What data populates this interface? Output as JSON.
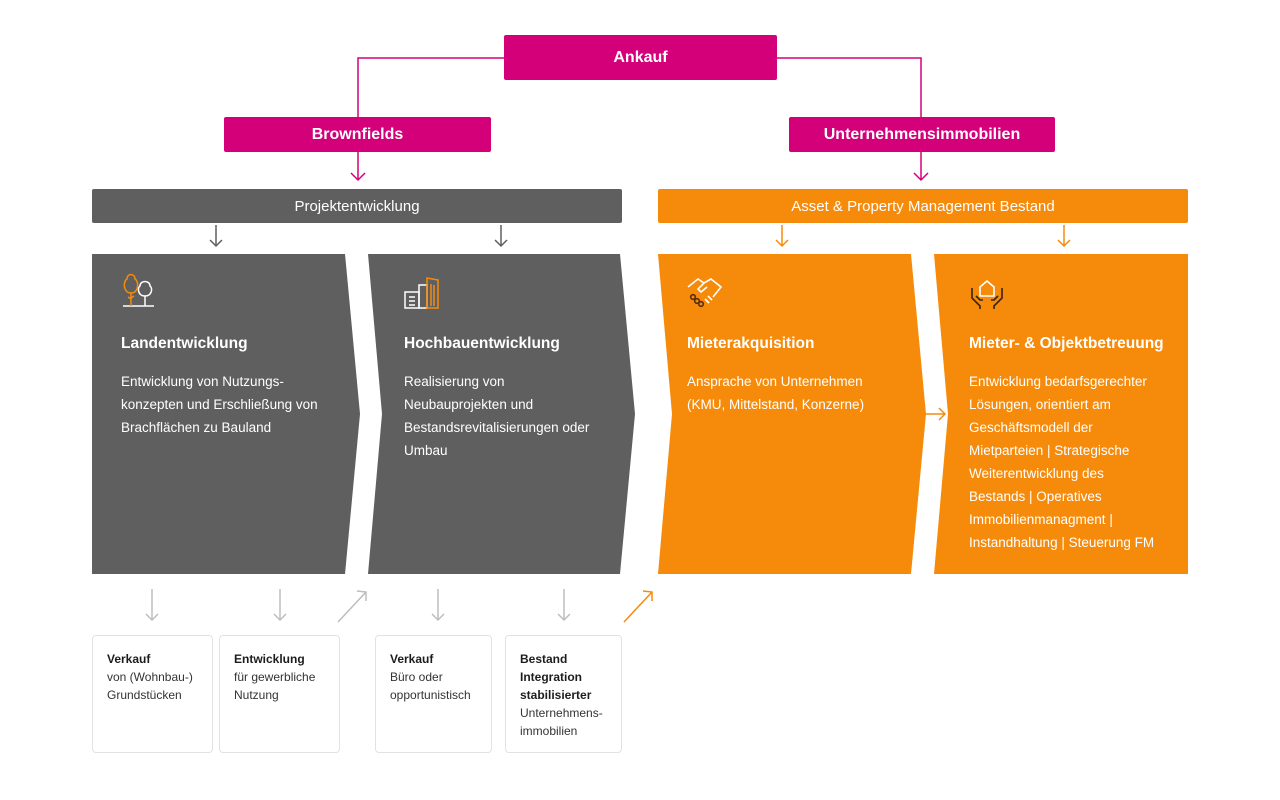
{
  "top": {
    "label": "Ankauf"
  },
  "branches": {
    "left": "Brownfields",
    "right": "Unternehmensimmobilien"
  },
  "bars": {
    "left": "Projektentwicklung",
    "right": "Asset & Property Management Bestand"
  },
  "cards": [
    {
      "icon": "landscape-trees-icon",
      "title": "Landentwicklung",
      "desc": [
        "Entwicklung von Nutzungs-",
        "konzepten und Erschließung von",
        "Brachflächen zu Bauland"
      ]
    },
    {
      "icon": "buildings-icon",
      "title": "Hochbauentwicklung",
      "desc": [
        "Realisierung von",
        "Neubauprojekten und",
        "Bestandsrevitalisierungen oder",
        "Umbau"
      ]
    },
    {
      "icon": "handshake-icon",
      "title": "Mieterakquisition",
      "desc": [
        "Ansprache von Unternehmen",
        "(KMU, Mittelstand, Konzerne)"
      ]
    },
    {
      "icon": "hands-house-icon",
      "title": "Mieter- & Objektbetreuung",
      "desc": [
        "Entwicklung bedarfsgerechter",
        "Lösungen, orientiert am",
        "Geschäftsmodell der",
        "Mietparteien | Strategische",
        "Weiterentwicklung des",
        "Bestands | Operatives",
        "Immobilienmanagment |",
        "Instandhaltung | Steuerung FM"
      ]
    }
  ],
  "outcomes": [
    {
      "title": "Verkauf",
      "lines": [
        "von (Wohnbau-)",
        "Grundstücken"
      ]
    },
    {
      "title": "Entwicklung",
      "lines": [
        "für gewerbliche",
        "Nutzung"
      ]
    },
    {
      "title": "Verkauf",
      "lines": [
        "Büro oder",
        "opportunistisch"
      ]
    },
    {
      "title": "Bestand",
      "lines": [
        "Integration",
        "stabilisierter",
        "Unternehmens-",
        "immobilien"
      ]
    }
  ],
  "colors": {
    "magenta": "#d3007a",
    "grey": "#5f5f5f",
    "orange": "#f68b0b",
    "light_arrow": "#bdbdbd"
  }
}
